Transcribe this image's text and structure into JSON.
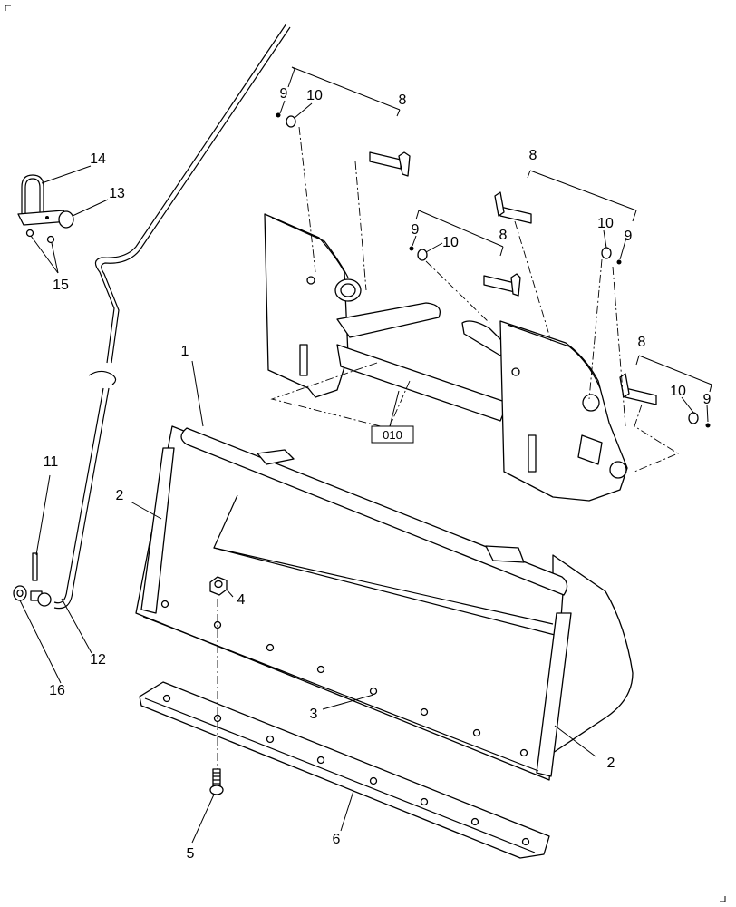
{
  "diagram": {
    "callouts": {
      "c1": "1",
      "c2a": "2",
      "c2b": "2",
      "c3": "3",
      "c4": "4",
      "c5": "5",
      "c6": "6",
      "c8a": "8",
      "c8b": "8",
      "c8c": "8",
      "c8d": "8",
      "c9a": "9",
      "c9b": "9",
      "c9c": "9",
      "c9d": "9",
      "c10a": "10",
      "c10b": "10",
      "c10c": "10",
      "c10d": "10",
      "c11": "11",
      "c12": "12",
      "c13": "13",
      "c14": "14",
      "c15": "15",
      "c16": "16"
    },
    "reference_box": "010"
  }
}
